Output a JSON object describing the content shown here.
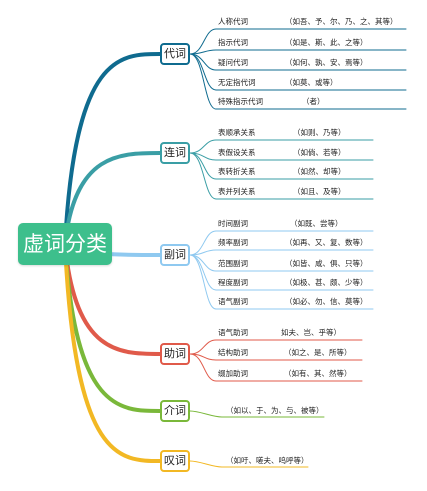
{
  "root": {
    "label": "虚词分类",
    "color": "#3dbf8c"
  },
  "categories": [
    {
      "label": "代词",
      "color": "#0f6b8f",
      "leaves": [
        {
          "name": "人称代词",
          "example": "（如吾、予、尔、乃、之、其等）"
        },
        {
          "name": "指示代词",
          "example": "（如是、斯、此、之等）"
        },
        {
          "name": "疑问代词",
          "example": "（如何、孰、安、焉等）"
        },
        {
          "name": "无定指代词",
          "example": "（如莫、或等）"
        },
        {
          "name": "特殊指示代词",
          "example": "（者）"
        }
      ]
    },
    {
      "label": "连词",
      "color": "#3a9ea5",
      "leaves": [
        {
          "name": "表顺承关系",
          "example": "（如则、乃等）"
        },
        {
          "name": "表假设关系",
          "example": "（如倘、若等）"
        },
        {
          "name": "表转折关系",
          "example": "（如然、却等）"
        },
        {
          "name": "表并列关系",
          "example": "（如且、及等）"
        }
      ]
    },
    {
      "label": "副词",
      "color": "#8fc9f0",
      "leaves": [
        {
          "name": "时间副词",
          "example": "（如既、尝等）"
        },
        {
          "name": "频率副词",
          "example": "（如再、又、复、数等）"
        },
        {
          "name": "范围副词",
          "example": "（如皆、咸、俱、只等）"
        },
        {
          "name": "程度副词",
          "example": "（如极、甚、颇、少等）"
        },
        {
          "name": "语气副词",
          "example": "（如必、勿、信、莫等）"
        }
      ]
    },
    {
      "label": "助词",
      "color": "#e05a4a",
      "leaves": [
        {
          "name": "语气助词",
          "example": "如夫、岂、乎等）"
        },
        {
          "name": "结构助词",
          "example": "（如之、是、所等）"
        },
        {
          "name": "缀加助词",
          "example": "（如有、其、然等）"
        }
      ]
    },
    {
      "label": "介词",
      "color": "#7ab83a",
      "leaves": [],
      "example": "（如以、于、为、与、被等）"
    },
    {
      "label": "叹词",
      "color": "#f2b824",
      "leaves": [],
      "example": "（如吁、嗟夫、呜呼等）"
    }
  ]
}
